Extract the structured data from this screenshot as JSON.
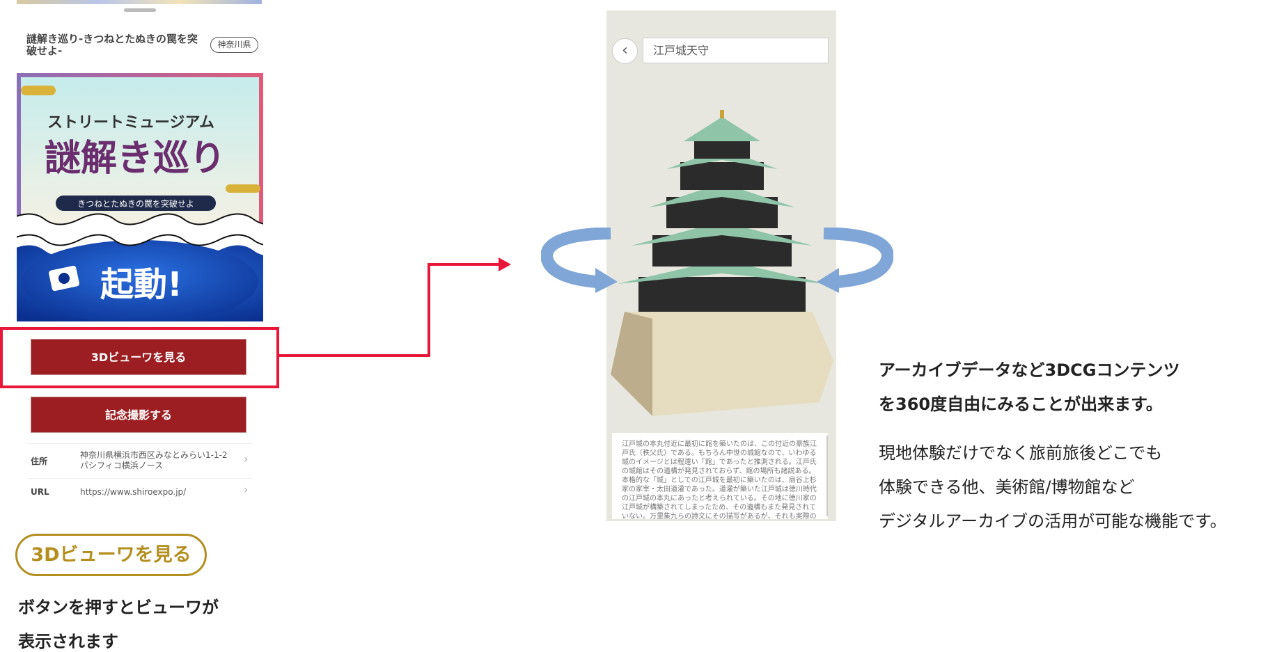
{
  "spot": {
    "title": "謎解き巡り-きつねとたぬきの罠を突破せよ-",
    "prefecture_tag": "神奈川県",
    "banner": {
      "brand": "ストリートミュージアム",
      "main": "謎解き巡り",
      "subtitle": "きつねとたぬきの罠を突破せよ",
      "launch": "起動!"
    },
    "buttons": {
      "viewer_3d": "3Dビューワを見る",
      "photo": "記念撮影する"
    },
    "info": [
      {
        "label": "住所",
        "value_line1": "神奈川県横浜市西区みなとみらい1-1-2",
        "value_line2": "パシフィコ横浜ノース"
      },
      {
        "label": "URL",
        "value_line1": "https://www.shiroexpo.jp/"
      }
    ]
  },
  "callout": {
    "pill_label": "3Dビューワを見る",
    "caption_line1": "ボタンを押すとビューワが",
    "caption_line2": "表示されます"
  },
  "viewer": {
    "search_value": "江戸城天守",
    "description": "江戸城の本丸付近に最初に館を築いたのは、この付近の豪族江戸氏（秩父氏）である。もちろん中世の城館なので、いわゆる城のイメージとは程遠い「館」であったと推測される。江戸氏の城館はその遺構が発見されておらず、館の場所も諸説ある。本格的な「城」としての江戸城を最初に築いたのは、扇谷上杉家の家宰・太田道灌であった。道灌が築いた江戸城は徳川時代の江戸城の本丸にあったと考えられている。その地に徳川家の江戸城が構築されてしまったため、その遺構もまた発見されていない。万里集九らの詩文にその描写があるが、それも実際の"
  },
  "explanation": {
    "bold_line1": "アーカイブデータなど3DCGコンテンツ",
    "bold_line2": "を360度自由にみることが出来ます。",
    "line3": "現地体験だけでなく旅前旅後どこでも",
    "line4": "体験できる他、美術館/博物館など",
    "line5": "デジタルアーカイブの活用が可能な機能です。"
  },
  "colors": {
    "button_red": "#9c1e22",
    "highlight_red": "#e8173a",
    "gold": "#b38f1f",
    "viewer_bg": "#e7e7df"
  }
}
